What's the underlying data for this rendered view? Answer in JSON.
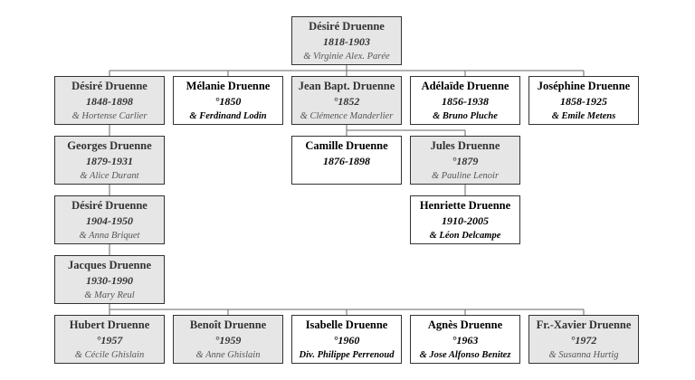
{
  "people": [
    {
      "id": "p0",
      "name": "Désiré Druenne",
      "dates": "1818-1903",
      "spouse": "& Virginie Alex. Parée",
      "shade": "grey"
    },
    {
      "id": "p1",
      "name": "Désiré Druenne",
      "dates": "1848-1898",
      "spouse": "& Hortense Carlier",
      "shade": "grey"
    },
    {
      "id": "p2",
      "name": "Mélanie Druenne",
      "dates": "°1850",
      "spouse": "& Ferdinand Lodin",
      "shade": "white"
    },
    {
      "id": "p3",
      "name": "Jean Bapt. Druenne",
      "dates": "°1852",
      "spouse": "& Clémence Manderlier",
      "shade": "grey"
    },
    {
      "id": "p4",
      "name": "Adélaïde Druenne",
      "dates": "1856-1938",
      "spouse": "& Bruno Pluche",
      "shade": "white"
    },
    {
      "id": "p5",
      "name": "Joséphine Druenne",
      "dates": "1858-1925",
      "spouse": "& Emile Metens",
      "shade": "white"
    },
    {
      "id": "p6",
      "name": "Georges Druenne",
      "dates": "1879-1931",
      "spouse": "& Alice Durant",
      "shade": "grey"
    },
    {
      "id": "p7",
      "name": "Camille Druenne",
      "dates": "1876-1898",
      "spouse": "",
      "shade": "white"
    },
    {
      "id": "p8",
      "name": "Jules Druenne",
      "dates": "°1879",
      "spouse": "& Pauline Lenoir",
      "shade": "grey"
    },
    {
      "id": "p9",
      "name": "Désiré Druenne",
      "dates": "1904-1950",
      "spouse": "& Anna Briquet",
      "shade": "grey"
    },
    {
      "id": "p10",
      "name": "Henriette Druenne",
      "dates": "1910-2005",
      "spouse": "& Léon Delcampe",
      "shade": "white"
    },
    {
      "id": "p11",
      "name": "Jacques Druenne",
      "dates": "1930-1990",
      "spouse": "& Mary Reul",
      "shade": "grey"
    },
    {
      "id": "p12",
      "name": "Hubert Druenne",
      "dates": "°1957",
      "spouse": "& Cécile Ghislain",
      "shade": "grey"
    },
    {
      "id": "p13",
      "name": "Benoît Druenne",
      "dates": "°1959",
      "spouse": "& Anne Ghislain",
      "shade": "grey"
    },
    {
      "id": "p14",
      "name": "Isabelle Druenne",
      "dates": "°1960",
      "spouse": "Div. Philippe Perrenoud",
      "shade": "white"
    },
    {
      "id": "p15",
      "name": "Agnès Druenne",
      "dates": "°1963",
      "spouse": "& Jose Alfonso Benitez",
      "shade": "white"
    },
    {
      "id": "p16",
      "name": "Fr.-Xavier Druenne",
      "dates": "°1972",
      "spouse": "& Susanna Hurtig",
      "shade": "grey"
    }
  ],
  "links": [
    {
      "parent": "p0",
      "children": [
        "p1",
        "p2",
        "p3",
        "p4",
        "p5"
      ]
    },
    {
      "parent": "p1",
      "children": [
        "p6"
      ]
    },
    {
      "parent": "p3",
      "children": [
        "p7",
        "p8"
      ]
    },
    {
      "parent": "p6",
      "children": [
        "p9"
      ]
    },
    {
      "parent": "p8",
      "children": [
        "p10"
      ]
    },
    {
      "parent": "p9",
      "children": [
        "p11"
      ]
    },
    {
      "parent": "p11",
      "children": [
        "p12",
        "p13",
        "p14",
        "p15",
        "p16"
      ]
    }
  ],
  "colors": {
    "grey_fill": "#e6e6e6",
    "white_fill": "#ffffff",
    "border": "#333333",
    "line": "#666666"
  }
}
